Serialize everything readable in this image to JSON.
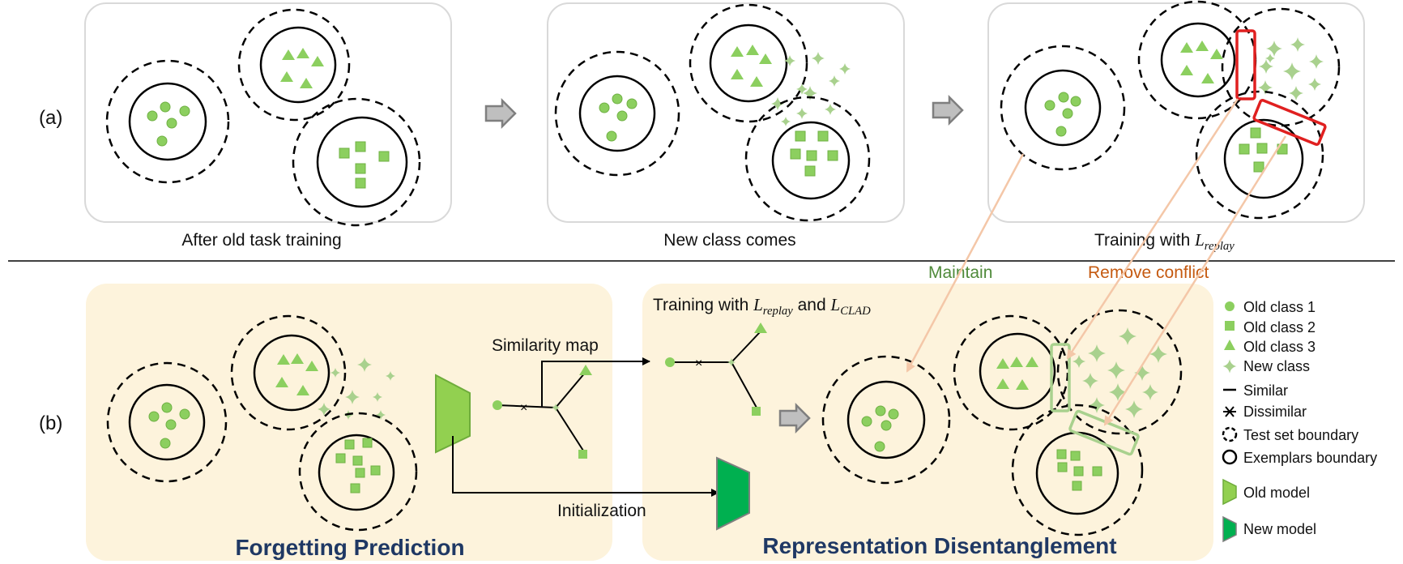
{
  "row_labels": {
    "a": "(a)",
    "b": "(b)"
  },
  "stages": {
    "stage1": "After old task training",
    "stage2": "New class comes",
    "stage3_prefix": "Training with "
  },
  "math": {
    "L": "L",
    "replay_sub": "replay",
    "clad_sub": "CLAD"
  },
  "annotations": {
    "maintain": "Maintain",
    "remove_conflict": "Remove conflict",
    "similarity_map": "Similarity map",
    "initialization": "Initialization",
    "training_both_prefix": "Training with ",
    "and": " and "
  },
  "panels": {
    "forgetting_prediction": "Forgetting Prediction",
    "representation_disentanglement": "Representation Disentanglement"
  },
  "legend": {
    "old_class_1": "Old class 1",
    "old_class_2": "Old class 2",
    "old_class_3": "Old class 3",
    "new_class": "New class",
    "similar": "Similar",
    "dissimilar": "Dissimilar",
    "test_set_boundary": "Test set boundary",
    "exemplars_boundary": "Exemplars boundary",
    "old_model": "Old model",
    "new_model": "New model"
  },
  "colors": {
    "old_class_green": "#8ccf5f",
    "old_model_green": "#92d050",
    "new_model_green": "#00b050",
    "panel_fill": "#fdf3dc",
    "panel_title": "#1f3864",
    "maintain_text": "#4f8a3a",
    "remove_text": "#c55a11",
    "conflict_red": "#e02020",
    "conflict_green": "#a9d18e",
    "arrow_peach": "#f4c7a8"
  }
}
